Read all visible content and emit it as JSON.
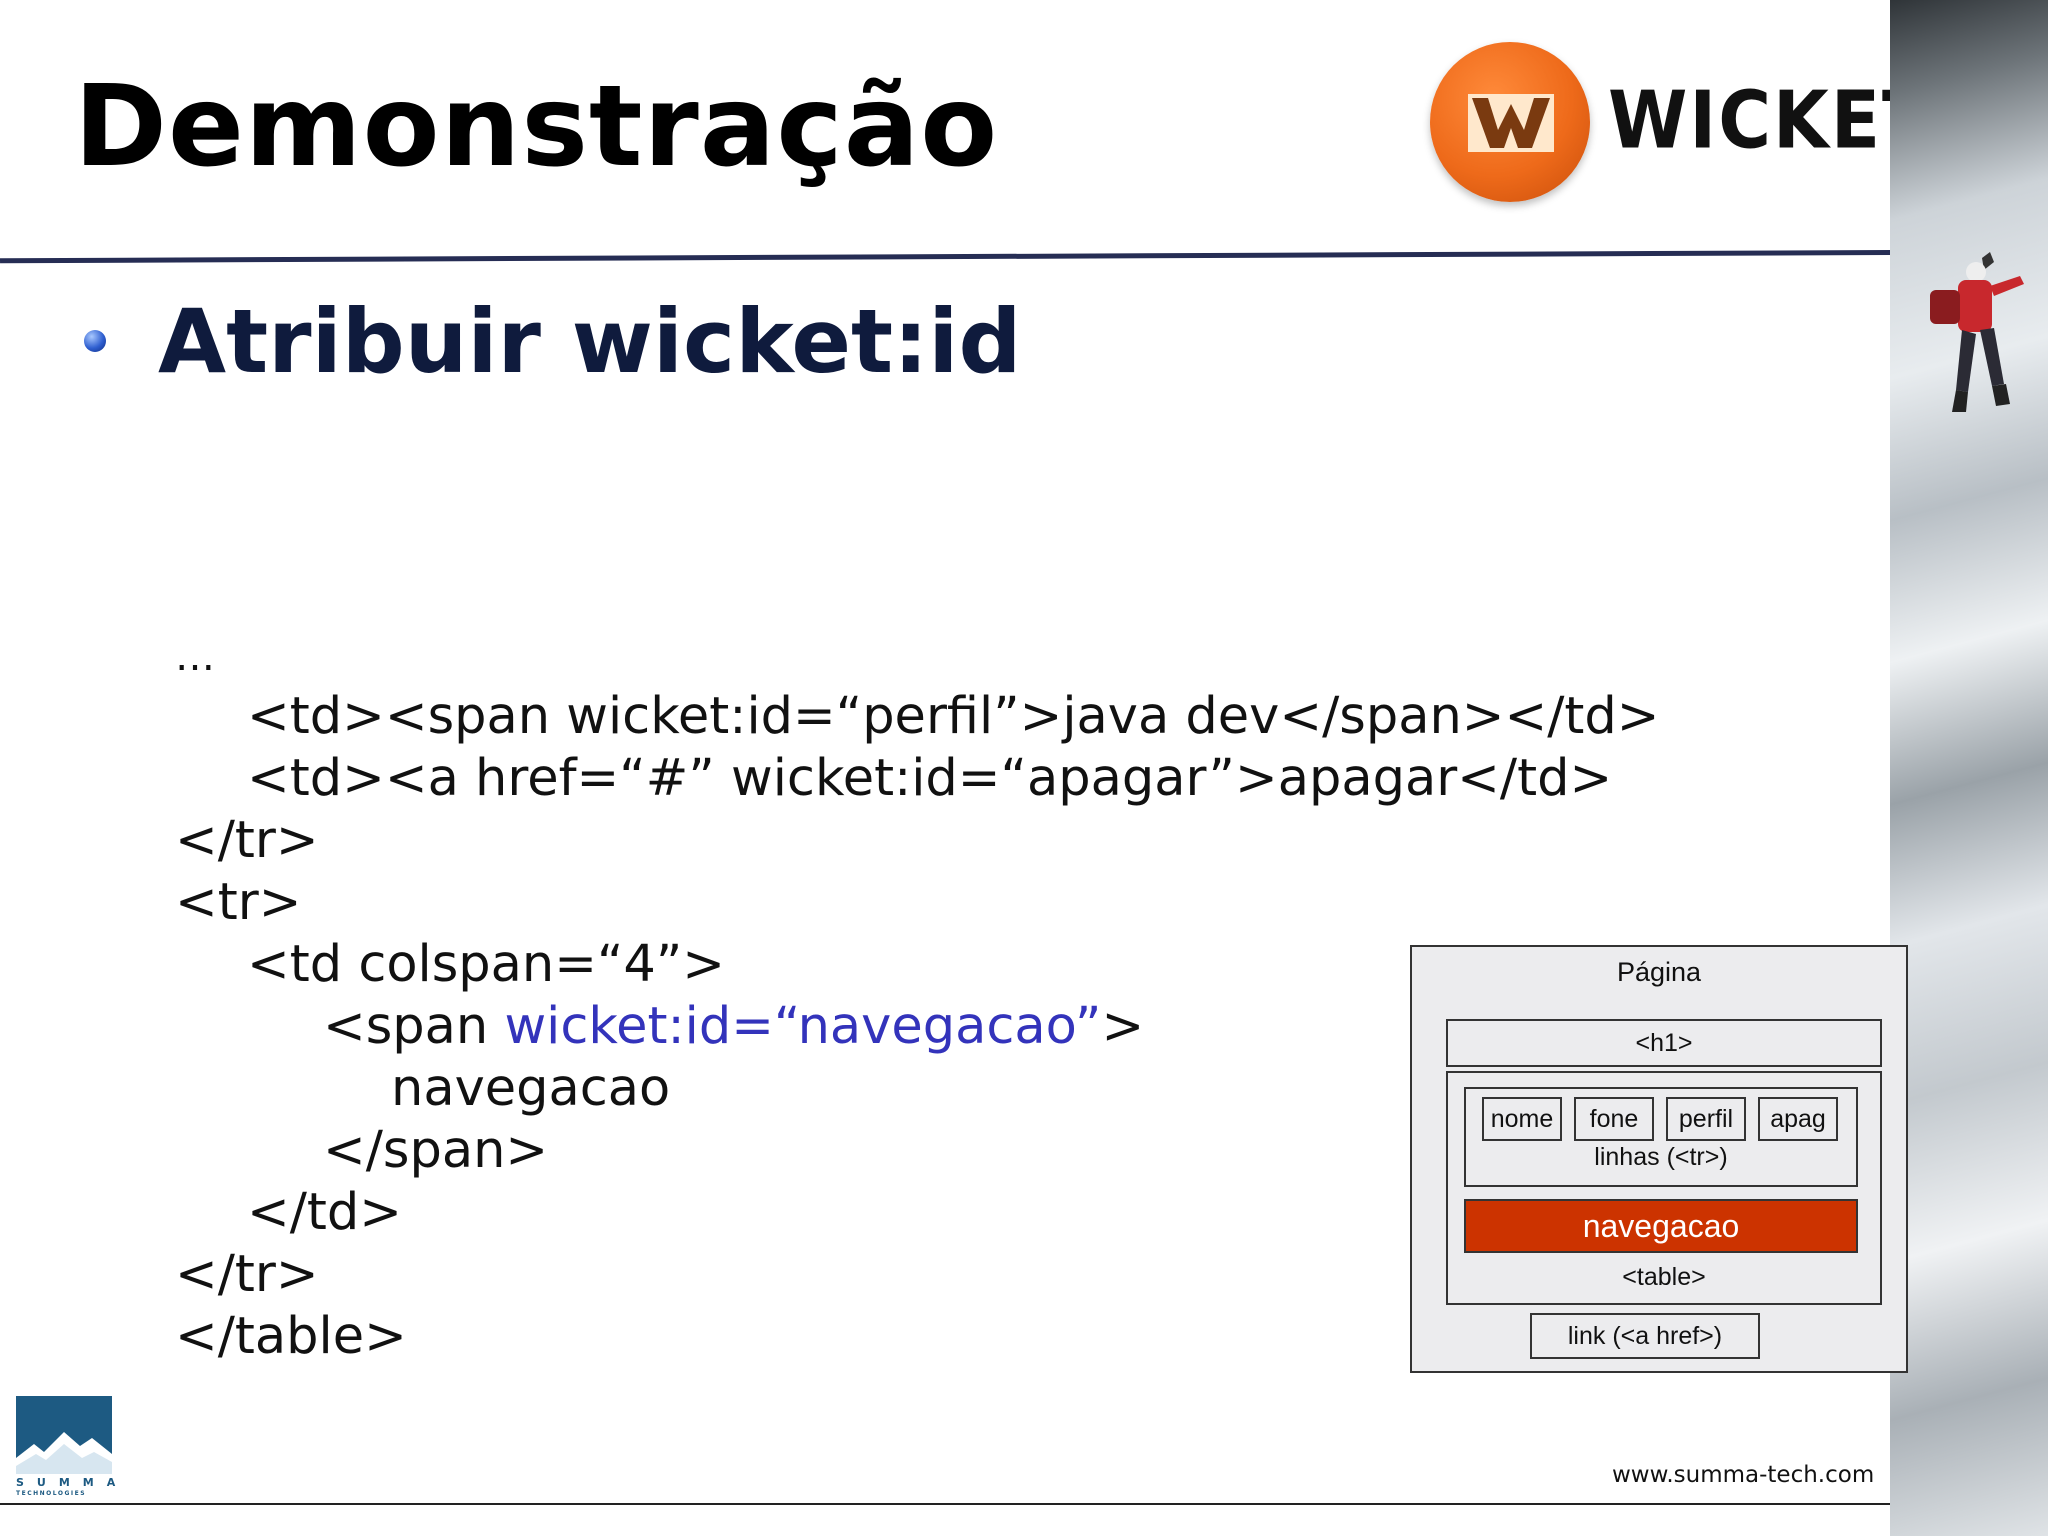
{
  "slide": {
    "title": "Demonstração",
    "bullet": "Atribuir wicket:id",
    "footer_url": "www.summa-tech.com"
  },
  "logo": {
    "text": "WICKET"
  },
  "summa": {
    "name": "SUMMA",
    "sub": "TECHNOLOGIES"
  },
  "code": {
    "ellipsis": "…",
    "line1": "<td><span wicket:id=“perfil”>java dev</span></td>",
    "line2": "<td><a href=“#” wicket:id=“apagar”>apagar</td>",
    "line3": "</tr>",
    "line4": "<tr>",
    "line5": "<td colspan=“4”>",
    "line6_prefix": "<span ",
    "line6_highlight": "wicket:id=“navegacao”",
    "line6_suffix": ">",
    "line7": "navegacao",
    "line8": "</span>",
    "line9": "</td>",
    "line10": "</tr>",
    "line11": "</table>"
  },
  "diagram": {
    "title": "Página",
    "h1": "<h1>",
    "cells": [
      "nome",
      "fone",
      "perfil",
      "apag"
    ],
    "rows_label": "linhas (<tr>)",
    "nav": "navegacao",
    "table_label": "<table>",
    "link": "link (<a href>)"
  },
  "colors": {
    "title_rule": "#262d54",
    "highlight": "#3333bb",
    "nav_fill": "#cc3300",
    "logo_orange": "#ee6a1a",
    "summa_blue": "#1d5a82"
  }
}
